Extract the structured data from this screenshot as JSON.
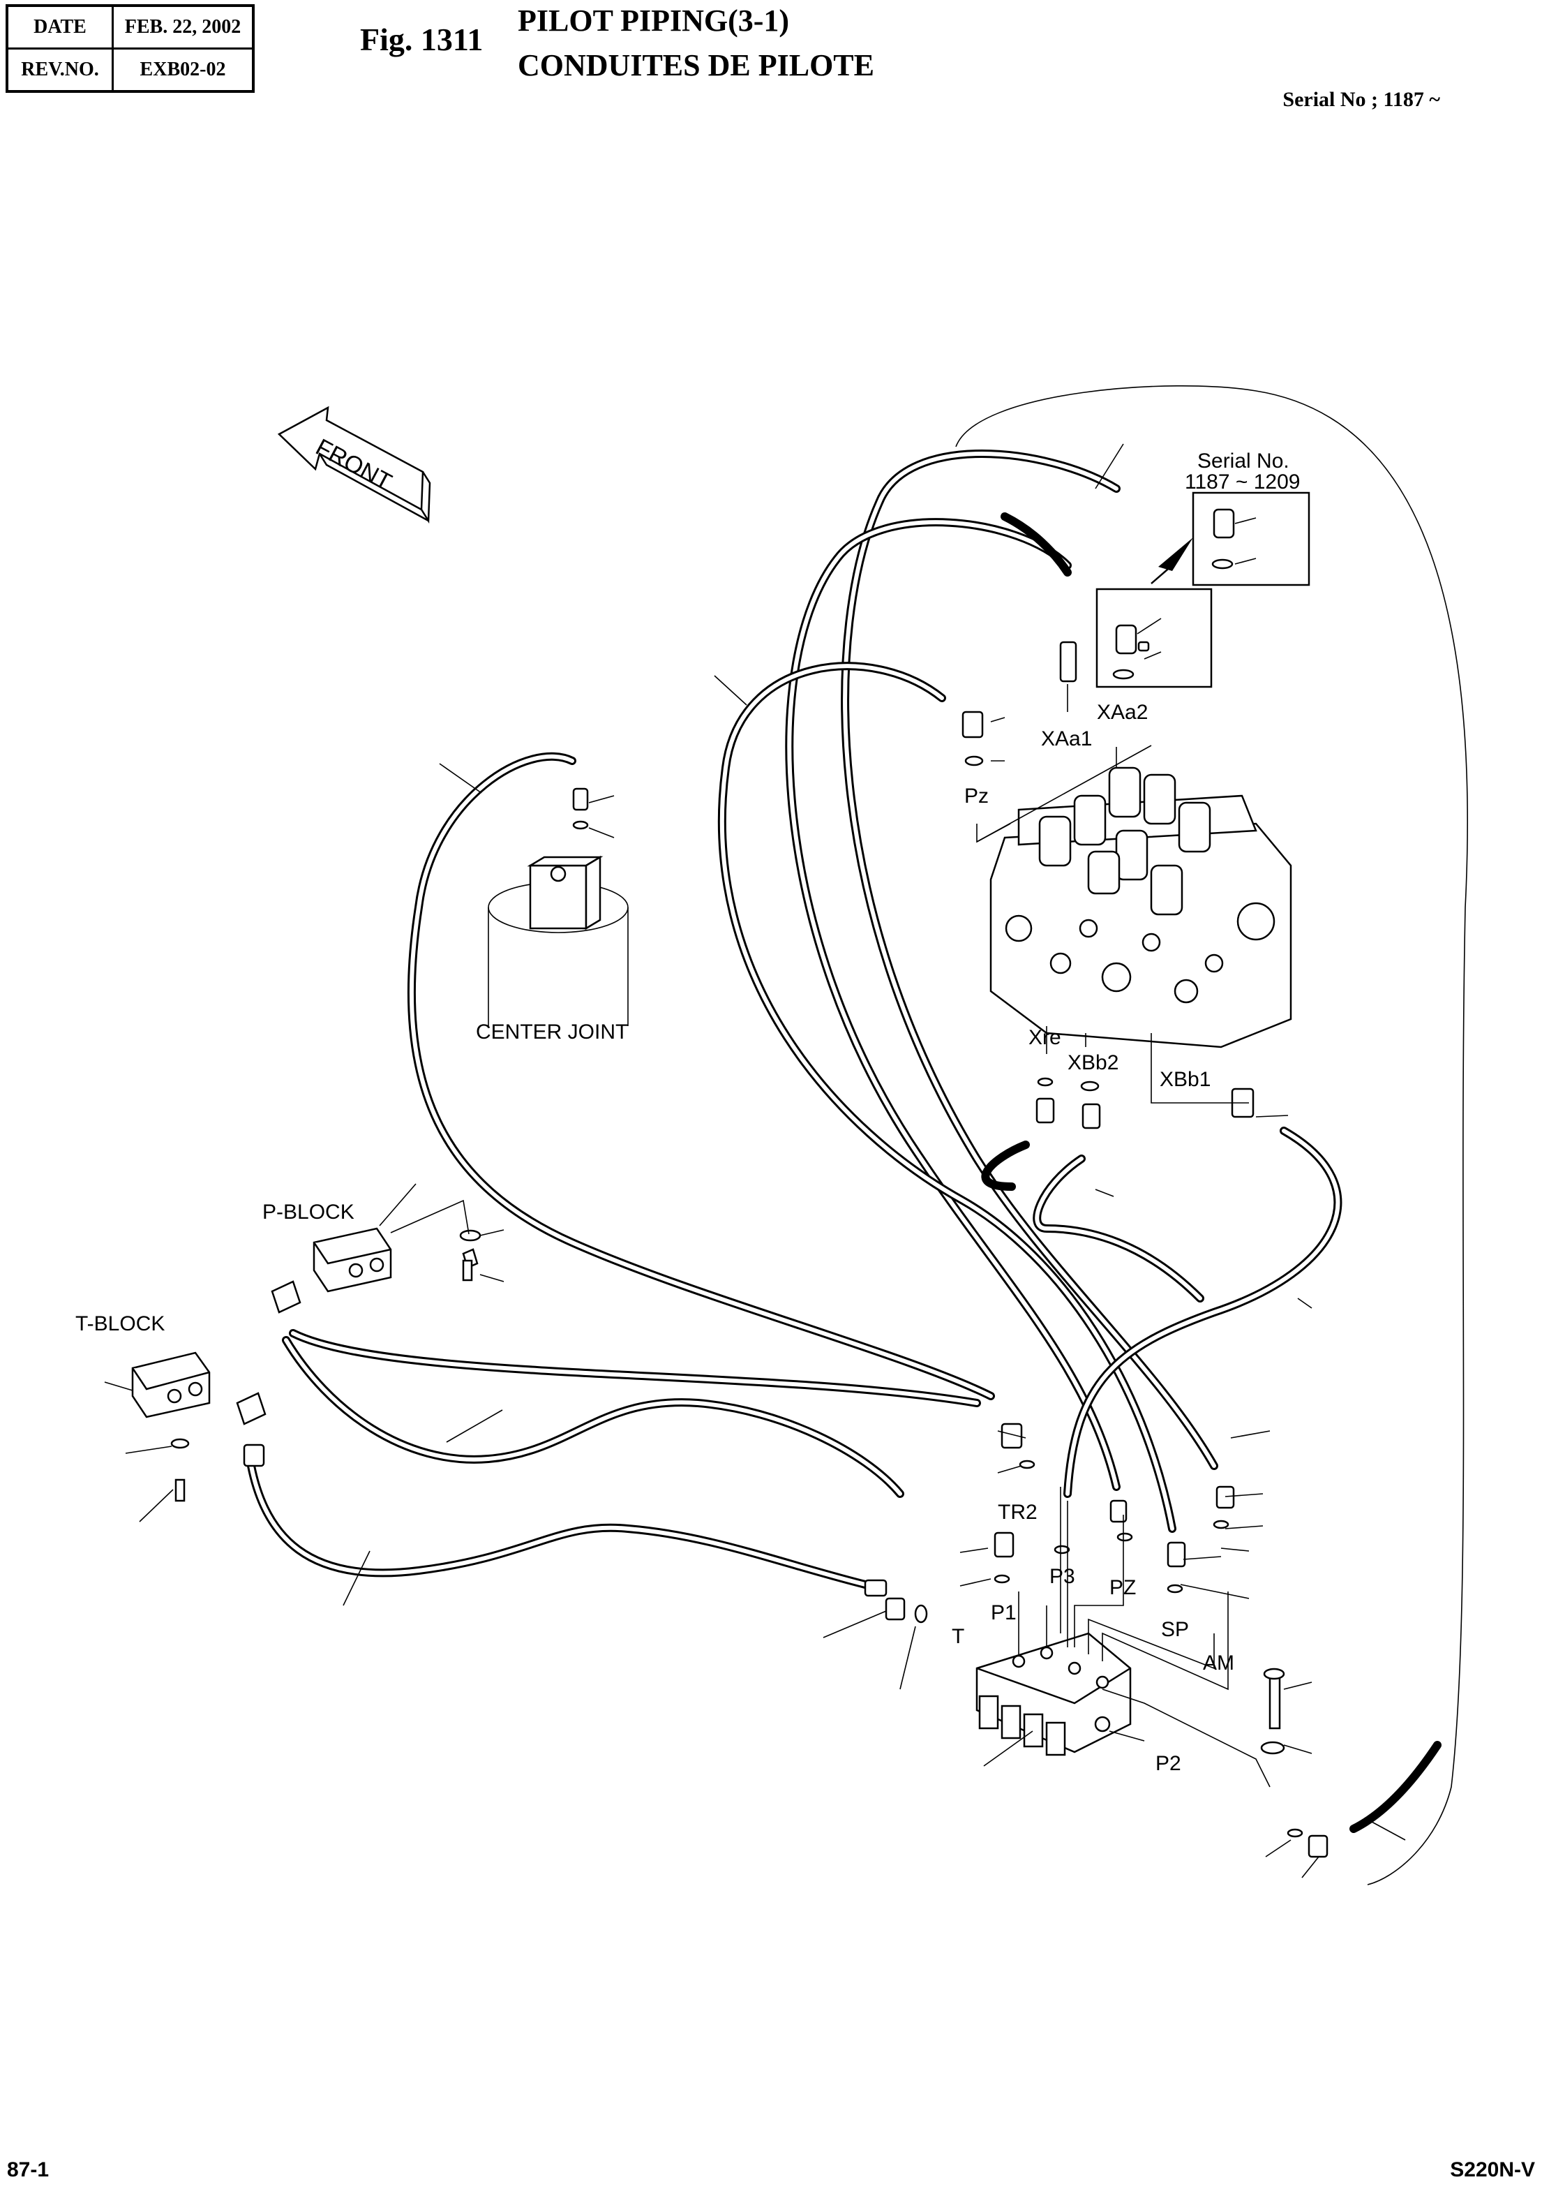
{
  "header": {
    "date_label": "DATE",
    "date_value": "FEB. 22, 2002",
    "rev_label": "REV.NO.",
    "rev_value": "EXB02-02",
    "fig_no": "Fig. 1311",
    "title_en": "PILOT PIPING(3-1)",
    "title_fr": "CONDUITES DE PILOTE",
    "serial": "Serial No ; 1187 ~"
  },
  "drawing": {
    "front_label": "FRONT",
    "serial_inset_line1": "Serial No.",
    "serial_inset_line2": "1187 ~ 1209",
    "labels": {
      "xaa1": "XAa1",
      "xaa2": "XAa2",
      "pz_top": "Pz",
      "center_joint": "CENTER JOINT",
      "xre": "Xre",
      "xbb2": "XBb2",
      "xbb1": "XBb1",
      "p_block": "P-BLOCK",
      "t_block": "T-BLOCK",
      "tr2": "TR2",
      "p3": "P3",
      "pz": "PZ",
      "sp": "SP",
      "am": "AM",
      "p1": "P1",
      "t": "T",
      "p2": "P2"
    }
  },
  "footer": {
    "page": "87-1",
    "model": "S220N-V"
  }
}
